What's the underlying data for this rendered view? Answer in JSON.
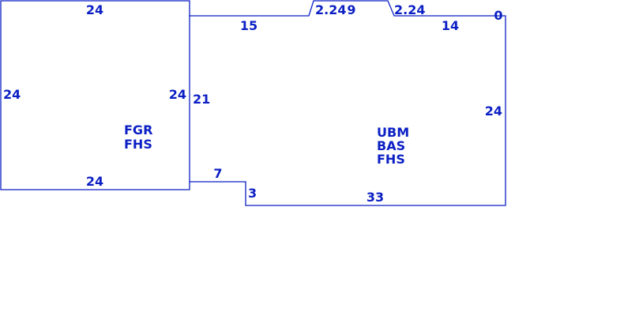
{
  "colors": {
    "line": "#0b1fc4",
    "text": "#0b1fc4",
    "background": "#ffffff"
  },
  "dimensions": {
    "left_top": "24",
    "left_left": "24",
    "left_right": "24",
    "left_bottom": "24",
    "main_top_left": "15",
    "main_top_angle_left": "2.24",
    "main_top_center": "9",
    "main_top_angle_right": "2.24",
    "main_top_right": "14",
    "main_top_corner": "0",
    "main_right": "24",
    "main_left": "21",
    "step_horizontal": "7",
    "step_vertical": "3",
    "main_bottom": "33"
  },
  "areas": {
    "left": {
      "line1": "FGR",
      "line2": "FHS"
    },
    "main": {
      "line1": "UBM",
      "line2": "BAS",
      "line3": "FHS"
    }
  }
}
